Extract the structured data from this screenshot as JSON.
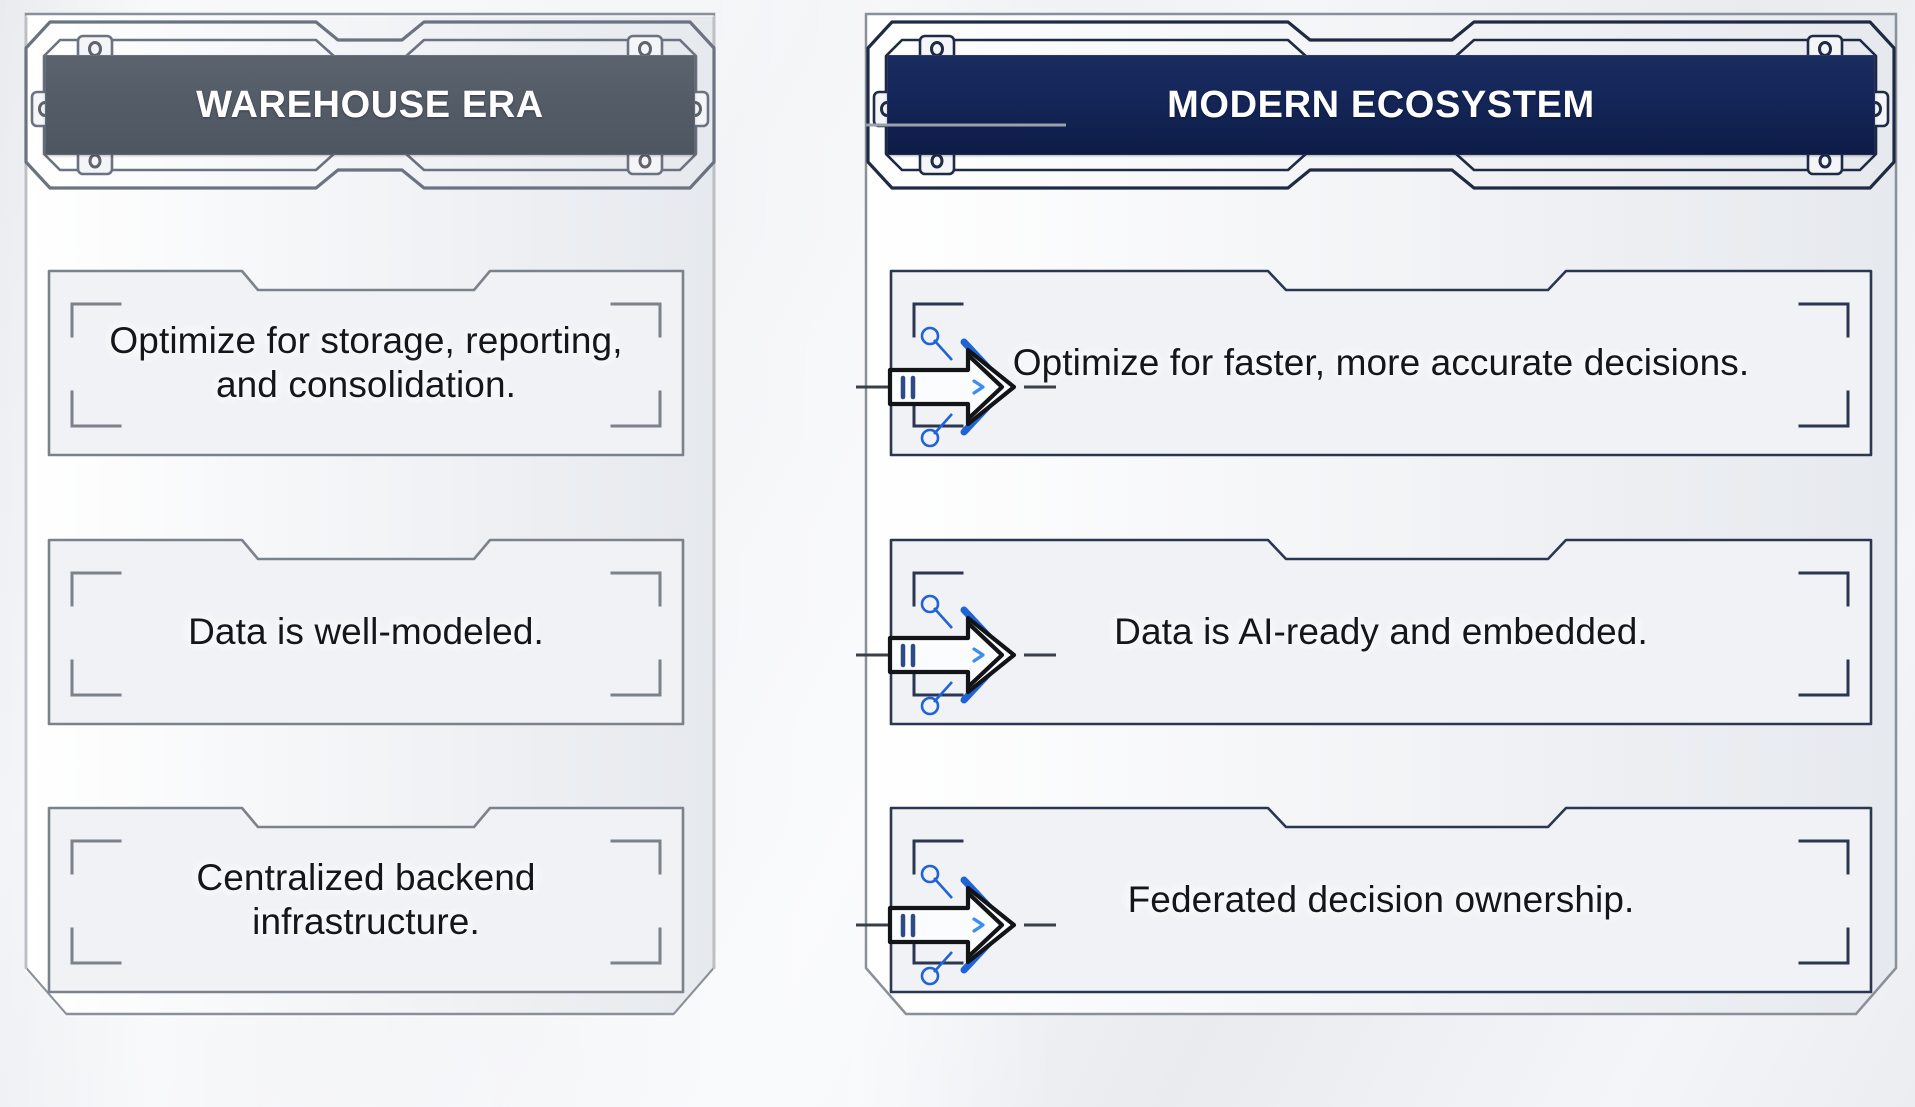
{
  "diagram": {
    "title_implicit": "Warehouse Era vs Modern Ecosystem",
    "columns": [
      {
        "id": "warehouse",
        "header": "WAREHOUSE ERA",
        "header_bg": "#545c68",
        "frame_stroke": "#6b7280",
        "cards": [
          "Optimize for storage, reporting, and consolidation.",
          "Data is well-modeled.",
          "Centralized backend infrastructure."
        ]
      },
      {
        "id": "modern",
        "header": "MODERN ECOSYSTEM",
        "header_bg": "#15265a",
        "frame_stroke": "#1f2b45",
        "cards": [
          "Optimize for faster, more accurate decisions.",
          "Data is AI-ready and embedded.",
          "Federated decision ownership."
        ]
      }
    ],
    "connectors": [
      {
        "id": "arrow-1",
        "from": "warehouse.card.0",
        "to": "modern.card.0",
        "kind": "double-chevron-arrow"
      },
      {
        "id": "arrow-2",
        "from": "warehouse.card.1",
        "to": "modern.card.1",
        "kind": "double-chevron-arrow"
      },
      {
        "id": "arrow-3",
        "from": "warehouse.card.2",
        "to": "modern.card.2",
        "kind": "double-chevron-arrow"
      }
    ],
    "header_link": {
      "id": "header-link",
      "kind": "horizontal-rule"
    },
    "palette": {
      "background": "#eef0f3",
      "accent_blue": "#1f63d8",
      "ink": "#141619",
      "panel_line": "#6b7280",
      "panel_line_dark": "#1f2b45",
      "card_fill": "#f0f2f5"
    }
  }
}
